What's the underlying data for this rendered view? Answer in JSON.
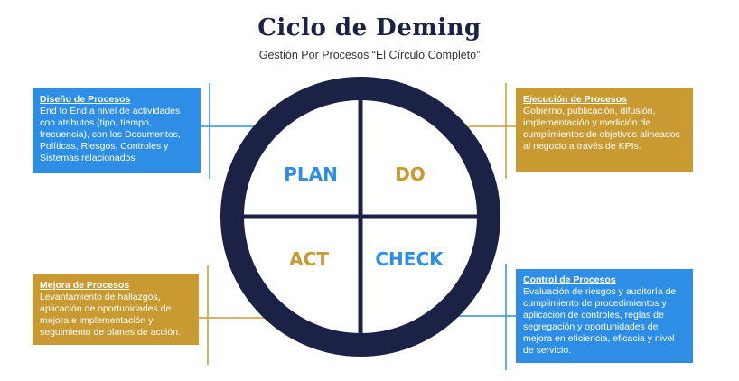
{
  "title": "Ciclo de Deming",
  "subtitle": "Gestión Por Procesos “El Círculo Completo”",
  "quadrants": {
    "plan": "PLAN",
    "do": "DO",
    "act": "ACT",
    "check": "CHECK"
  },
  "boxes": {
    "plan": {
      "heading": "Diseño de Procesos",
      "body": "End to End a nivel de actividades con atributos (tipo, tiempo, frecuencia), con los Documentos, Políticas, Riesgos, Controles y Sistemas relacionados"
    },
    "do": {
      "heading": "Ejecución de Procesos",
      "body": "Gobierno, publicación, difusión, implementación y medición de cumplimientos de objetivos alineados al negocio a través de KPIs."
    },
    "act": {
      "heading": "Mejora de Procesos",
      "body": "Levantamiento de hallazgos, aplicación de oportunidades de mejora e implementación y seguimiento de planes de acción."
    },
    "check": {
      "heading": "Control de Procesos",
      "body": "Evaluación de riesgos y auditoría de cumplimiento de procedimientos y aplicación de controles, reglas de segregación y oportunidades de mejora en eficiencia, eficacia y nivel de servicio."
    }
  },
  "colors": {
    "navy": "#1b2245",
    "blue": "#2e8ee6",
    "gold": "#c99a32"
  }
}
